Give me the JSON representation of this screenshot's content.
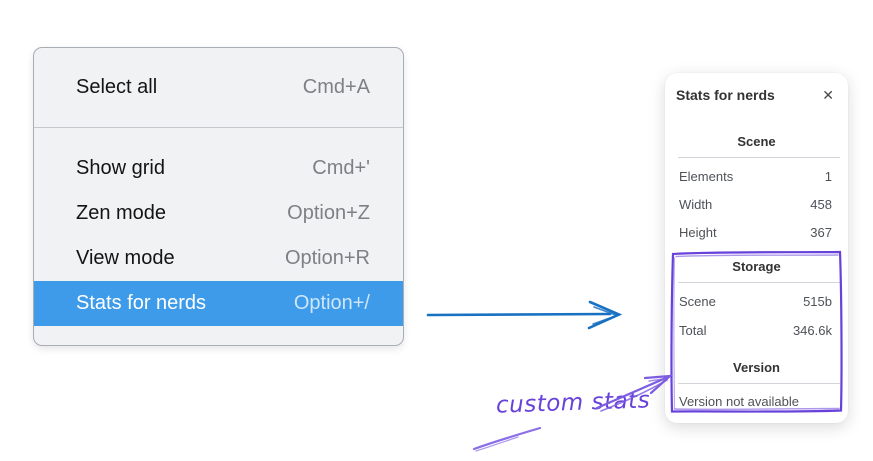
{
  "menu": {
    "sections": [
      {
        "items": [
          {
            "label": "Select all",
            "shortcut": "Cmd+A"
          }
        ]
      },
      {
        "items": [
          {
            "label": "Show grid",
            "shortcut": "Cmd+'"
          },
          {
            "label": "Zen mode",
            "shortcut": "Option+Z"
          },
          {
            "label": "View mode",
            "shortcut": "Option+R"
          },
          {
            "label": "Stats for nerds",
            "shortcut": "Option+/"
          }
        ]
      }
    ],
    "highlighted_item": "Stats for nerds"
  },
  "stats_panel": {
    "title": "Stats for nerds",
    "close_icon": "✕",
    "scene": {
      "header": "Scene",
      "rows": [
        {
          "label": "Elements",
          "value": "1"
        },
        {
          "label": "Width",
          "value": "458"
        },
        {
          "label": "Height",
          "value": "367"
        }
      ]
    },
    "storage": {
      "header": "Storage",
      "rows": [
        {
          "label": "Scene",
          "value": "515b"
        },
        {
          "label": "Total",
          "value": "346.6k"
        }
      ]
    },
    "version": {
      "header": "Version",
      "note": "Version not available"
    }
  },
  "annotation": {
    "label": "custom stats"
  },
  "colors": {
    "menu_highlight": "#3d9be9",
    "flow_arrow": "#1971c2",
    "annotation_purple": "#6741d9",
    "annotation_light_purple": "#8a6ee8"
  }
}
